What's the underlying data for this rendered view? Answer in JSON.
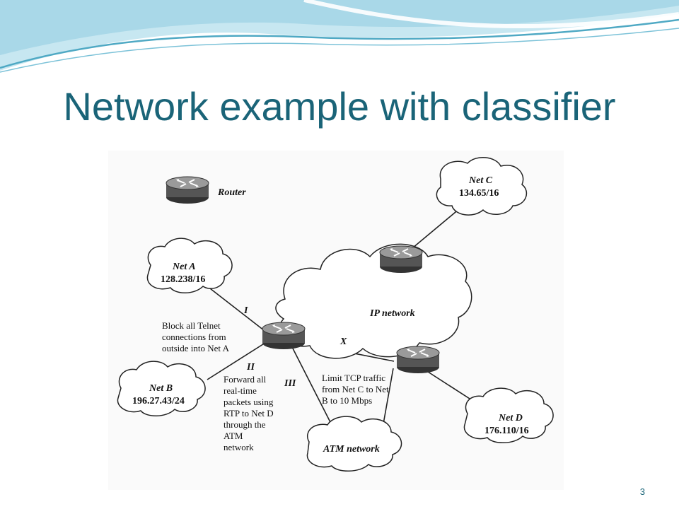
{
  "slide": {
    "title": "Network example with classifier",
    "number": "3"
  },
  "colors": {
    "title": "#1a6478",
    "wave_light": "#bfe3ee",
    "wave_dark": "#5fb3cc"
  },
  "diagram": {
    "legend_label": "Router",
    "nets": {
      "a": {
        "name": "Net A",
        "prefix": "128.238/16"
      },
      "b": {
        "name": "Net B",
        "prefix": "196.27.43/24"
      },
      "c": {
        "name": "Net C",
        "prefix": "134.65/16"
      },
      "d": {
        "name": "Net D",
        "prefix": "176.110/16"
      }
    },
    "ip_network": "IP network",
    "atm_network": "ATM network",
    "markers": {
      "i": "I",
      "ii": "II",
      "iii": "III",
      "x": "X"
    },
    "rules": {
      "i": [
        "Block all Telnet",
        "connections from",
        "outside into Net A"
      ],
      "ii": [
        "Forward all",
        "real-time",
        "packets using",
        "RTP to Net D",
        "through the",
        "ATM",
        "network"
      ],
      "iii": [
        "Limit  TCP traffic",
        "from Net C to Net",
        "B to 10 Mbps"
      ]
    }
  }
}
